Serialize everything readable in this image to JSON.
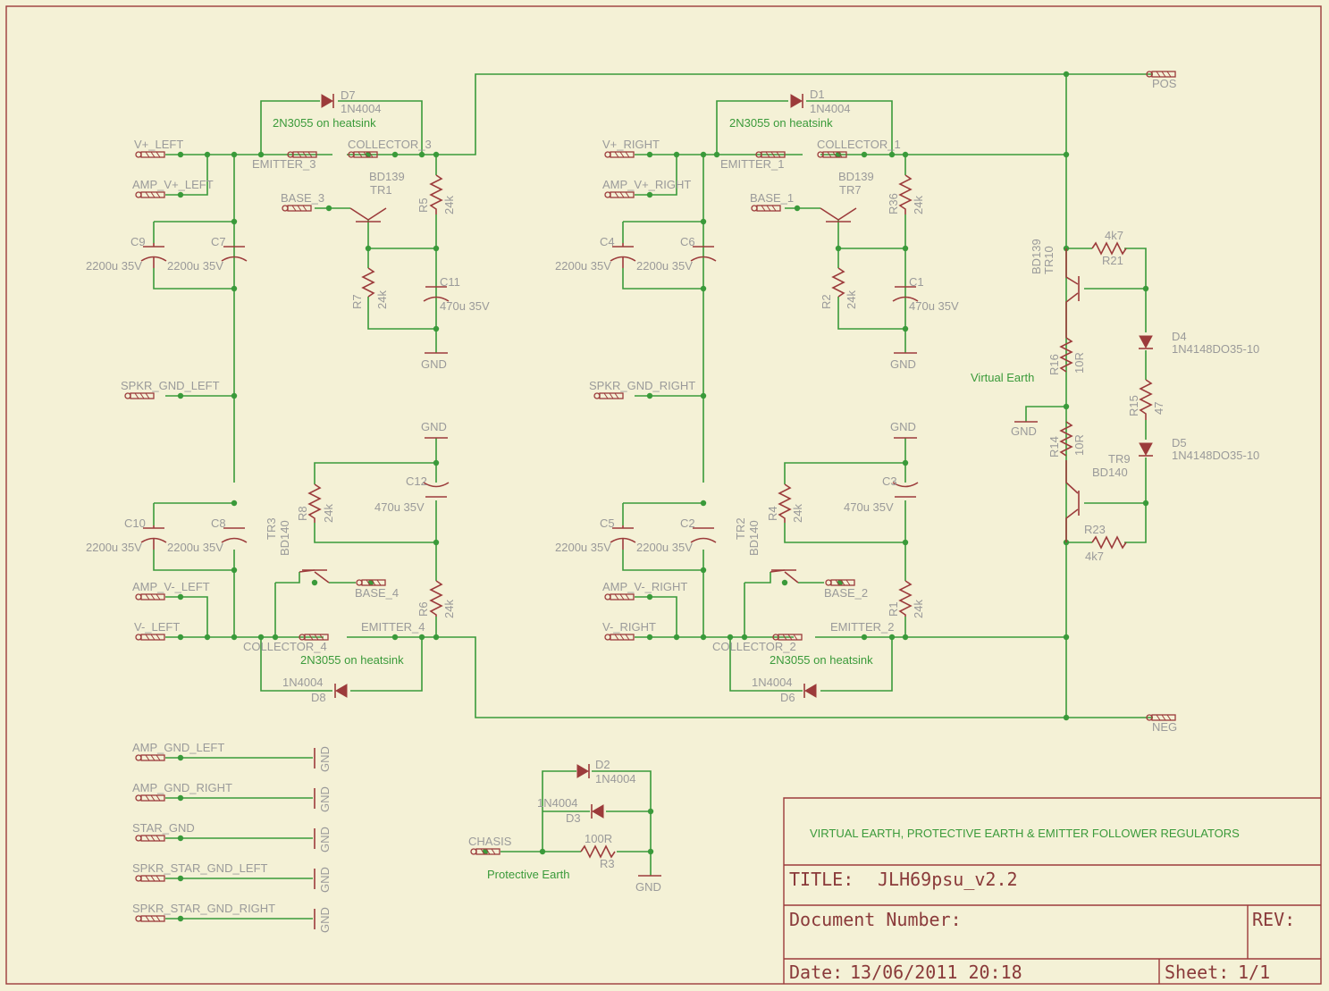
{
  "title_block": {
    "note": "VIRTUAL EARTH, PROTECTIVE EARTH & EMITTER FOLLOWER REGULATORS",
    "title_label": "TITLE:",
    "title_value": "JLH69psu_v2.2",
    "docnum_label": "Document Number:",
    "rev_label": "REV:",
    "date_label": "Date:",
    "date_value": "13/06/2011 20:18",
    "sheet_label": "Sheet:",
    "sheet_value": "1/1"
  },
  "notes": {
    "hs_tl": "2N3055 on heatsink",
    "hs_tr": "2N3055 on heatsink",
    "hs_bl": "2N3055 on heatsink",
    "hs_br": "2N3055 on heatsink",
    "virtual_earth": "Virtual Earth",
    "protective_earth": "Protective Earth"
  },
  "connectors": {
    "vp_left": "V+_LEFT",
    "amp_vp_left": "AMP_V+_LEFT",
    "spkr_gnd_left": "SPKR_GND_LEFT",
    "amp_vm_left": "AMP_V-_LEFT",
    "vm_left": "V-_LEFT",
    "vp_right": "V+_RIGHT",
    "amp_vp_right": "AMP_V+_RIGHT",
    "spkr_gnd_right": "SPKR_GND_RIGHT",
    "amp_vm_right": "AMP_V-_RIGHT",
    "vm_right": "V-_RIGHT",
    "emitter_3": "EMITTER_3",
    "collector_3": "COLLECTOR_3",
    "base_3": "BASE_3",
    "emitter_1": "EMITTER_1",
    "collector_1": "COLLECTOR_1",
    "base_1": "BASE_1",
    "collector_4": "COLLECTOR_4",
    "emitter_4": "EMITTER_4",
    "base_4": "BASE_4",
    "collector_2": "COLLECTOR_2",
    "emitter_2": "EMITTER_2",
    "base_2": "BASE_2",
    "pos": "POS",
    "neg": "NEG",
    "amp_gnd_left": "AMP_GND_LEFT",
    "amp_gnd_right": "AMP_GND_RIGHT",
    "star_gnd": "STAR_GND",
    "spkr_star_gnd_left": "SPKR_STAR_GND_LEFT",
    "spkr_star_gnd_right": "SPKR_STAR_GND_RIGHT",
    "chasis": "CHASIS"
  },
  "gnd_label": "GND",
  "parts": {
    "D7": {
      "name": "D7",
      "value": "1N4004"
    },
    "D1": {
      "name": "D1",
      "value": "1N4004"
    },
    "D8": {
      "name": "D8",
      "value": "1N4004"
    },
    "D6": {
      "name": "D6",
      "value": "1N4004"
    },
    "D2": {
      "name": "D2",
      "value": "1N4004"
    },
    "D3": {
      "name": "D3",
      "value": "1N4004"
    },
    "D4": {
      "name": "D4",
      "value": "1N4148DO35-10"
    },
    "D5": {
      "name": "D5",
      "value": "1N4148DO35-10"
    },
    "TR1": {
      "name": "TR1",
      "value": "BD139"
    },
    "TR7": {
      "name": "TR7",
      "value": "BD139"
    },
    "TR10": {
      "name": "TR10",
      "value": "BD139"
    },
    "TR3": {
      "name": "TR3",
      "value": "BD140"
    },
    "TR2": {
      "name": "TR2",
      "value": "BD140"
    },
    "TR9": {
      "name": "TR9",
      "value": "BD140"
    },
    "R5": {
      "name": "R5",
      "value": "24k"
    },
    "R7": {
      "name": "R7",
      "value": "24k"
    },
    "R36": {
      "name": "R36",
      "value": "24k"
    },
    "R2": {
      "name": "R2",
      "value": "24k"
    },
    "R8": {
      "name": "R8",
      "value": "24k"
    },
    "R6": {
      "name": "R6",
      "value": "24k"
    },
    "R4": {
      "name": "R4",
      "value": "24k"
    },
    "R1": {
      "name": "R1",
      "value": "24k"
    },
    "R21": {
      "name": "R21",
      "value": "4k7"
    },
    "R23": {
      "name": "R23",
      "value": "4k7"
    },
    "R16": {
      "name": "R16",
      "value": "10R"
    },
    "R14": {
      "name": "R14",
      "value": "10R"
    },
    "R15": {
      "name": "R15",
      "value": "47"
    },
    "R3": {
      "name": "R3",
      "value": "100R"
    },
    "C9": {
      "name": "C9",
      "value": "2200u 35V"
    },
    "C7": {
      "name": "C7",
      "value": "2200u 35V"
    },
    "C10": {
      "name": "C10",
      "value": "2200u 35V"
    },
    "C8": {
      "name": "C8",
      "value": "2200u 35V"
    },
    "C4": {
      "name": "C4",
      "value": "2200u 35V"
    },
    "C6": {
      "name": "C6",
      "value": "2200u 35V"
    },
    "C5": {
      "name": "C5",
      "value": "2200u 35V"
    },
    "C2": {
      "name": "C2",
      "value": "2200u 35V"
    },
    "C11": {
      "name": "C11",
      "value": "470u 35V"
    },
    "C1": {
      "name": "C1",
      "value": "470u 35V"
    },
    "C12": {
      "name": "C12",
      "value": "470u 35V"
    },
    "C3": {
      "name": "C3",
      "value": "470u 35V"
    }
  }
}
